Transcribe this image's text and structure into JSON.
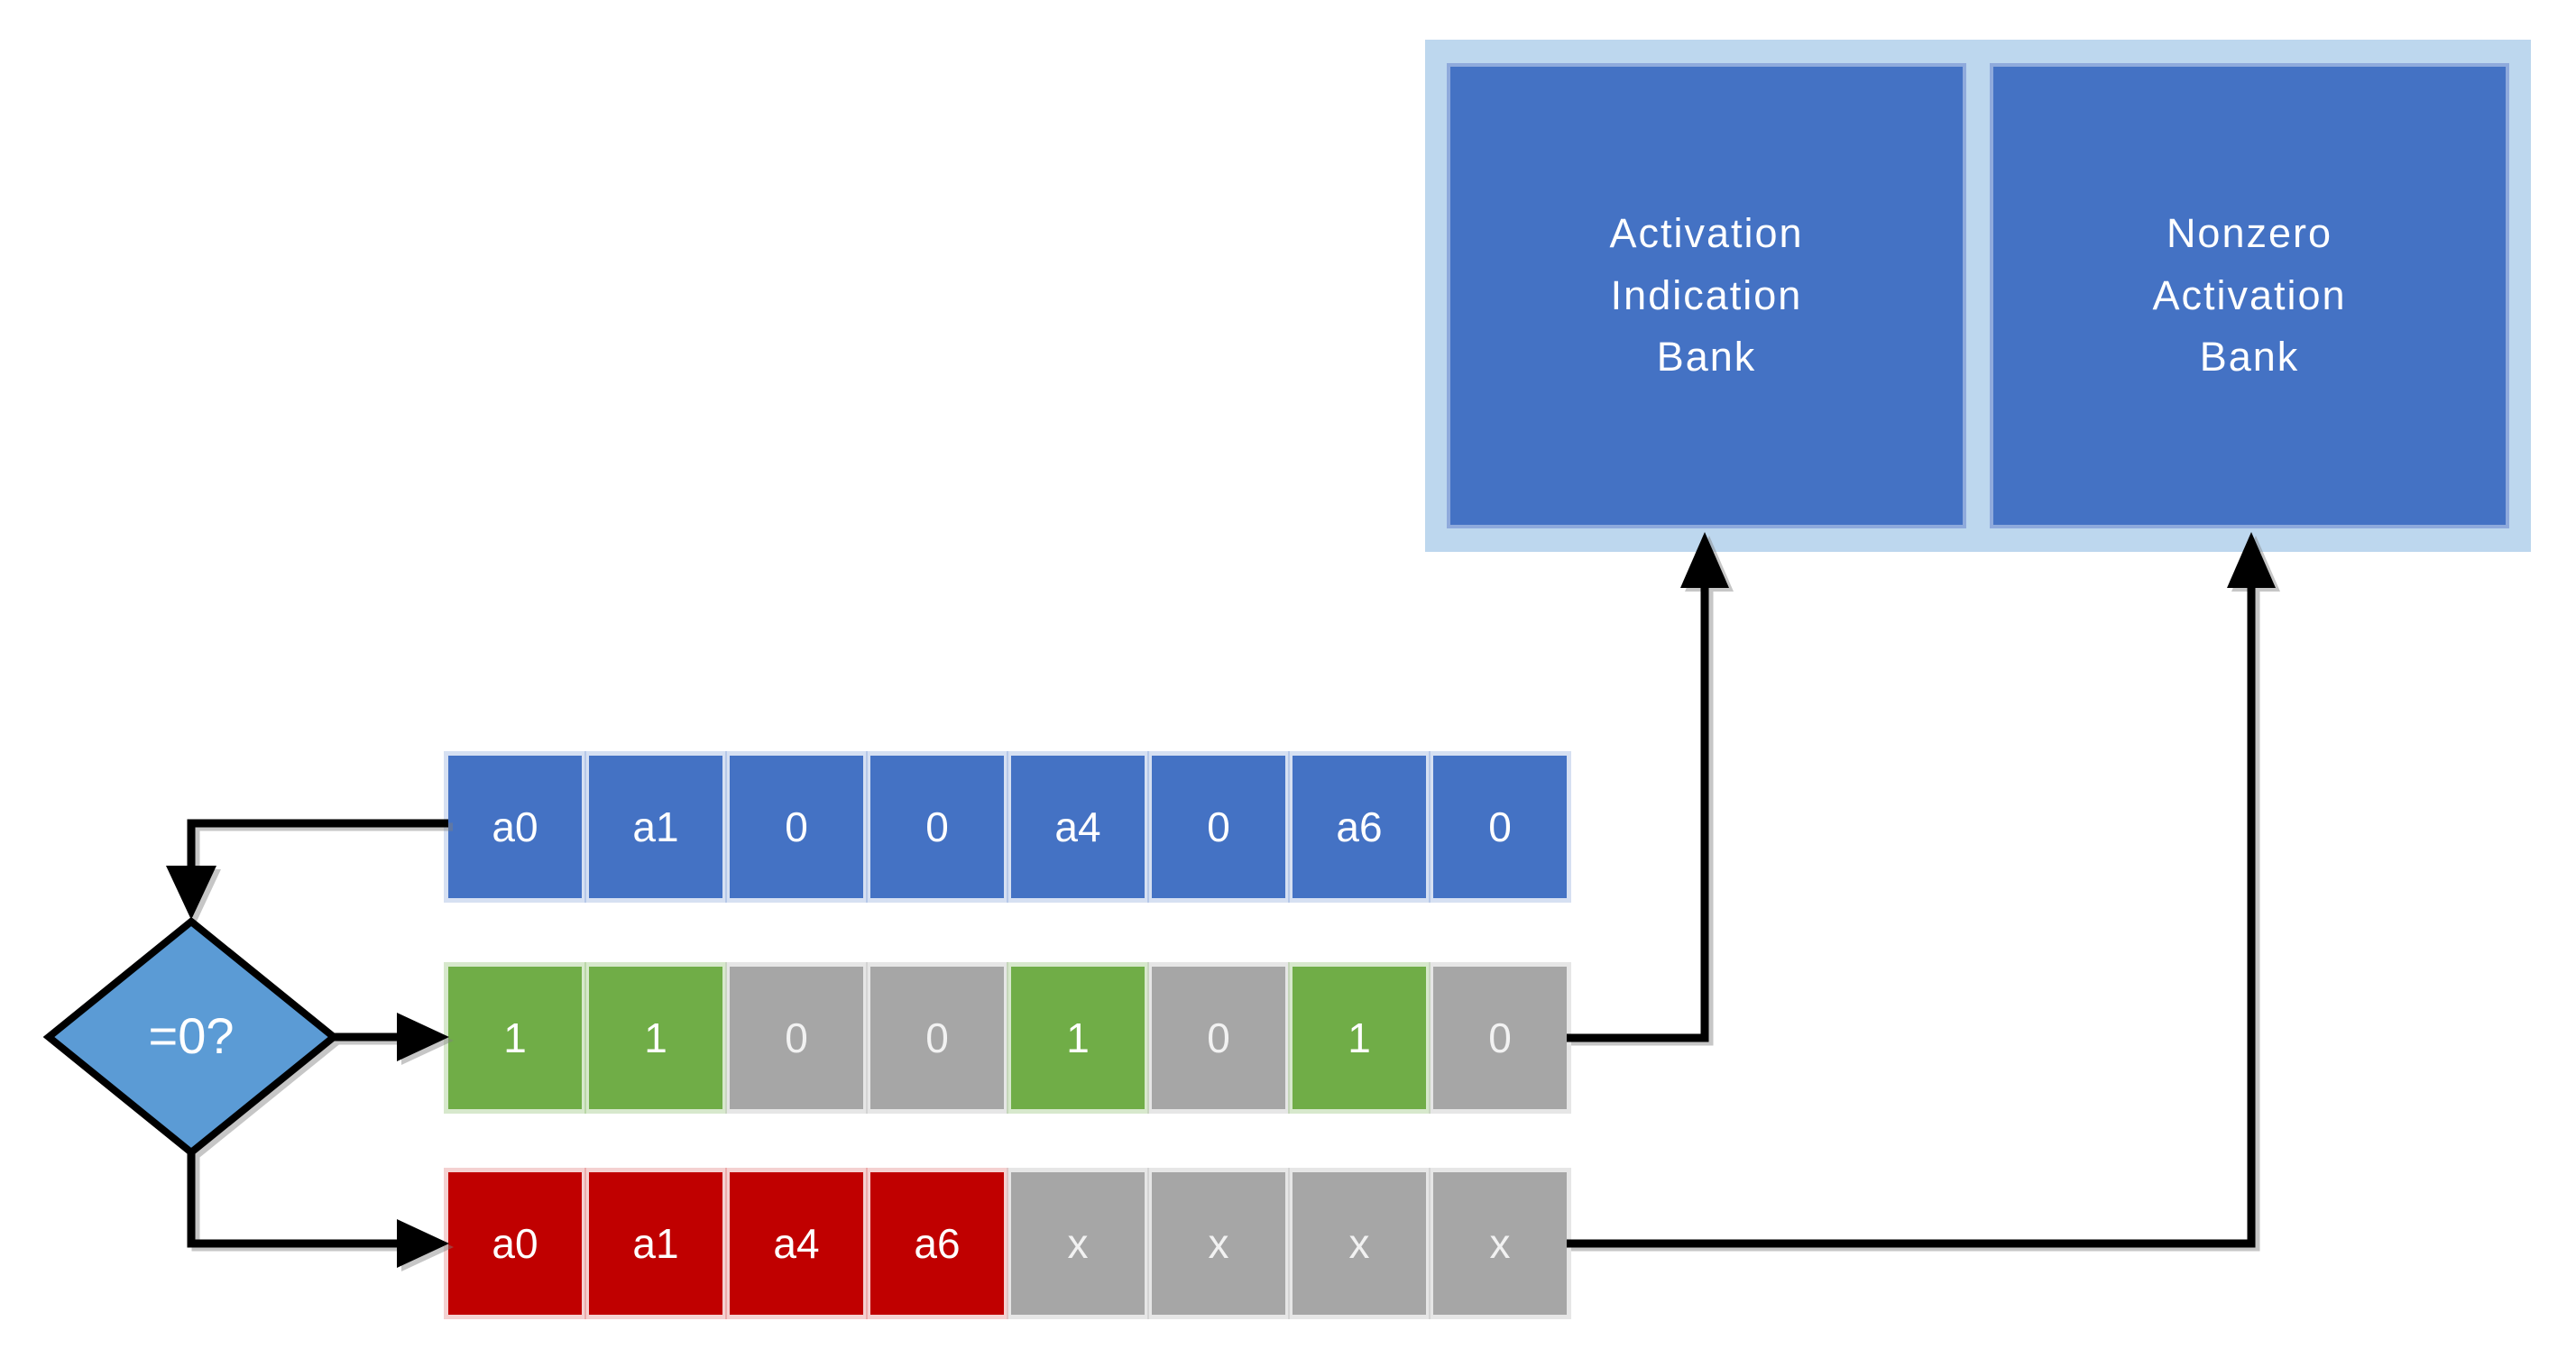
{
  "colors": {
    "blue_cell": "#4472C4",
    "green_cell": "#70AD47",
    "gray_cell": "#A6A6A6",
    "red_cell": "#C00000",
    "bank_fill": "#4472C4",
    "bank_frame": "#BDD7EE",
    "bank_border": "#8FAADC",
    "diamond_fill": "#5B9BD5",
    "line": "#000000",
    "cell_text": "#FFFFFF"
  },
  "decision": {
    "label": "=0?"
  },
  "banks": [
    {
      "label": "Activation\nIndication\nBank"
    },
    {
      "label": "Nonzero\nActivation\nBank"
    }
  ],
  "rows": [
    {
      "name": "activation-vector",
      "cells": [
        "a0",
        "a1",
        "0",
        "0",
        "a4",
        "0",
        "a6",
        "0"
      ],
      "types": [
        "blue",
        "blue",
        "blue",
        "blue",
        "blue",
        "blue",
        "blue",
        "blue"
      ]
    },
    {
      "name": "indication-vector",
      "cells": [
        "1",
        "1",
        "0",
        "0",
        "1",
        "0",
        "1",
        "0"
      ],
      "types": [
        "green",
        "green",
        "gray",
        "gray",
        "green",
        "gray",
        "green",
        "gray"
      ]
    },
    {
      "name": "nonzero-vector",
      "cells": [
        "a0",
        "a1",
        "a4",
        "a6",
        "x",
        "x",
        "x",
        "x"
      ],
      "types": [
        "red",
        "red",
        "red",
        "red",
        "gray",
        "gray",
        "gray",
        "gray"
      ]
    }
  ]
}
